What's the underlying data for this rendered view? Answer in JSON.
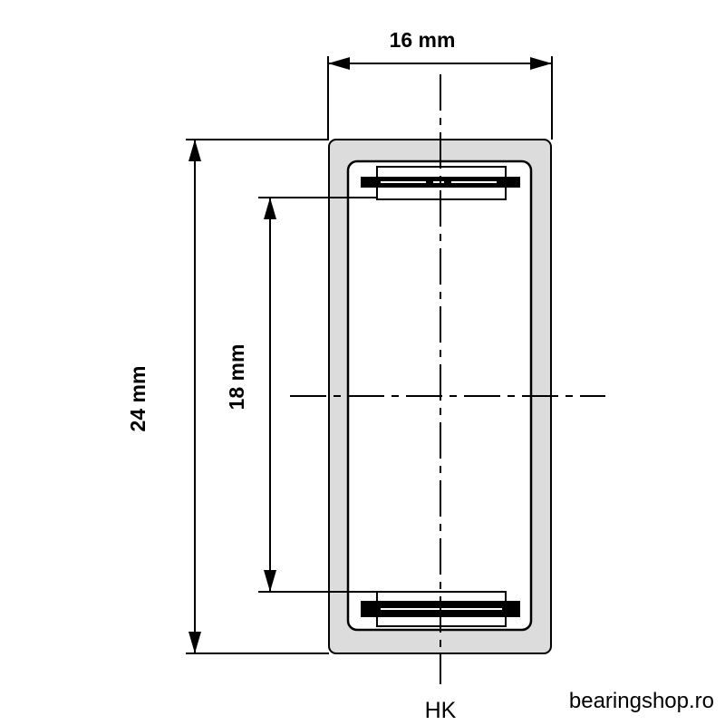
{
  "dimensions": {
    "width": "16 mm",
    "outer_diameter": "24 mm",
    "inner_diameter": "18 mm"
  },
  "bearing_type": "HK",
  "watermark": "bearingshop.ro",
  "colors": {
    "line": "#000000",
    "shell_fill": "#dcdcdc",
    "background": "#ffffff"
  }
}
